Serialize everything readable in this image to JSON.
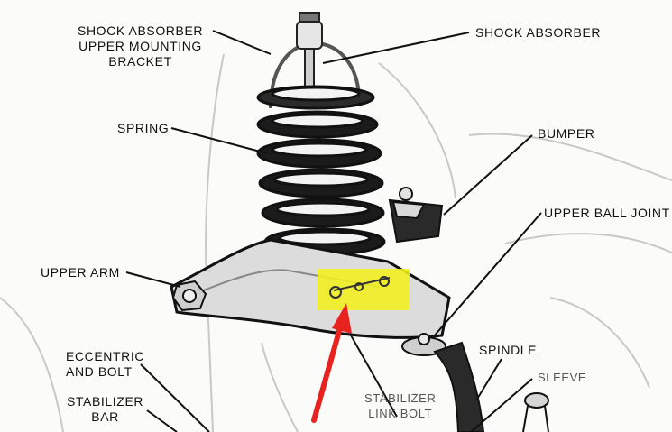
{
  "labels": {
    "shock_bracket": [
      "SHOCK ABSORBER",
      "UPPER MOUNTING",
      "BRACKET"
    ],
    "shock_absorber": "SHOCK ABSORBER",
    "spring": "SPRING",
    "bumper": "BUMPER",
    "upper_ball_joint": "UPPER BALL JOINT",
    "upper_arm": "UPPER ARM",
    "eccentric_bolt": [
      "ECCENTRIC",
      "AND BOLT"
    ],
    "stabilizer_bar": [
      "STABILIZER",
      "BAR"
    ],
    "stabilizer_link_bolt": [
      "STABILIZER",
      "LINK BOLT"
    ],
    "spindle": "SPINDLE",
    "sleeve": "SLEEVE"
  },
  "colors": {
    "highlight": "#f2ef1e",
    "arrow": "#e8231f",
    "ink": "#111111",
    "paper": "#fbfbf9"
  },
  "icons": {
    "highlight": "highlight-marker",
    "arrow": "red-pointer-arrow"
  }
}
